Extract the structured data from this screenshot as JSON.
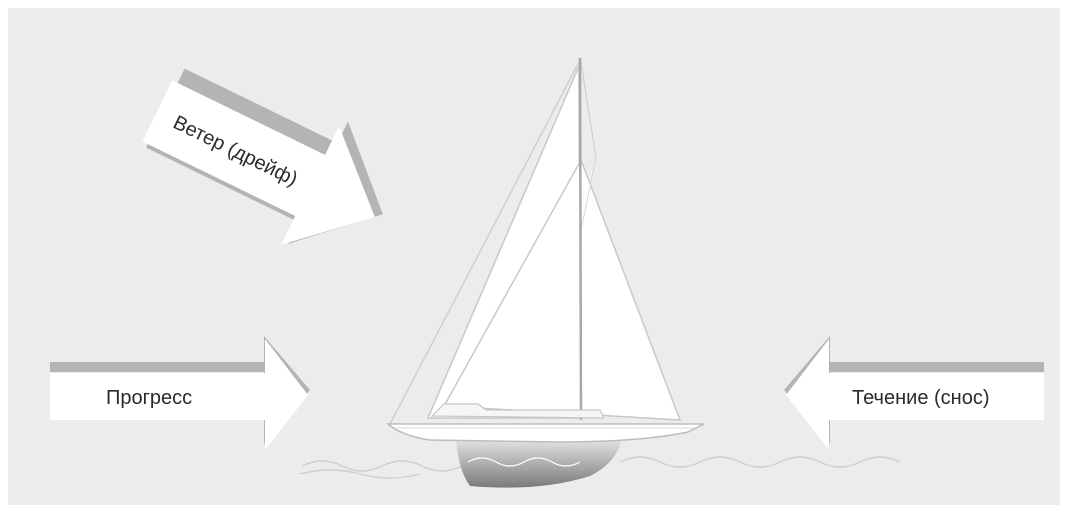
{
  "arrows": {
    "wind_label": "Ветер (дрейф)",
    "progress_label": "Прогресс",
    "current_label": "Течение (снос)"
  },
  "colors": {
    "background": "#ececec",
    "arrow_fill": "#ffffff",
    "arrow_shadow": "#b4b4b4",
    "sail_fill": "#ffffff",
    "rigging": "#c8c8c8",
    "keel_dark": "#8c8c8c"
  },
  "icons": [
    "sailboat-icon",
    "waves-icon"
  ]
}
